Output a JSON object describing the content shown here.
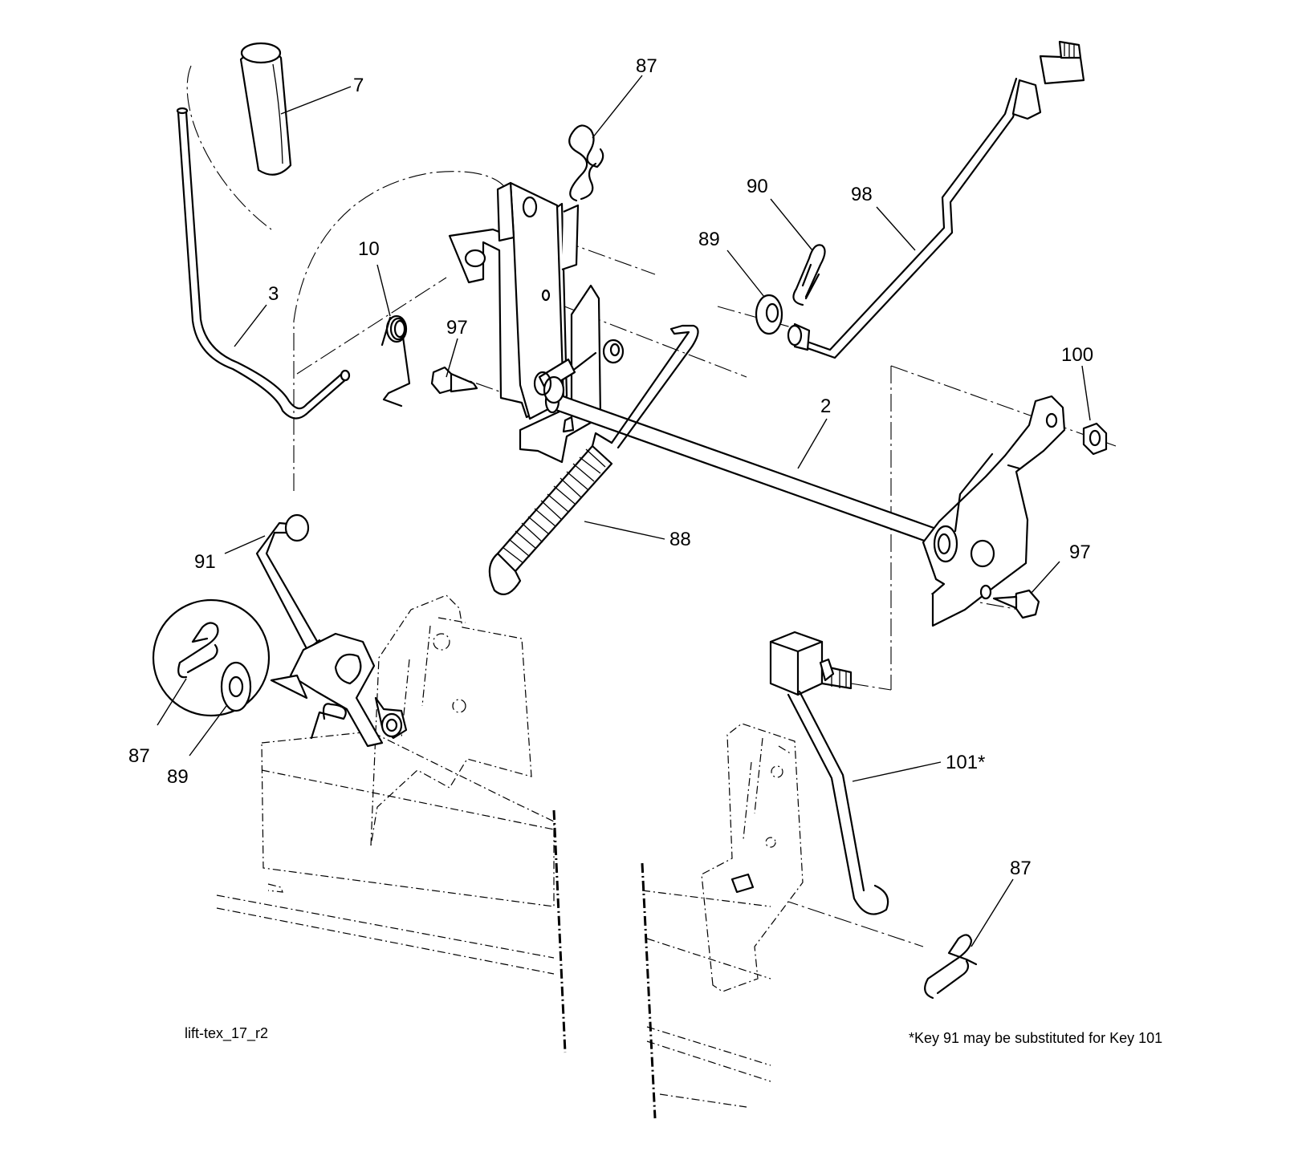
{
  "diagram": {
    "drawing_id": "lift-tex_17_r2",
    "footnote": "*Key 91 may be substituted for Key 101",
    "callouts": {
      "c7": "7",
      "c3": "3",
      "c87_top": "87",
      "c10": "10",
      "c97_left": "97",
      "c89_top": "89",
      "c90": "90",
      "c98": "98",
      "c100": "100",
      "c2": "2",
      "c88": "88",
      "c91": "91",
      "c97_right": "97",
      "c87_detail": "87",
      "c89_detail": "89",
      "c101": "101*",
      "c87_bottom": "87"
    },
    "icons": {
      "hairpin-clip": "cotter-hairpin-clip-icon",
      "flat-washer": "flat-washer-icon",
      "hex-nut": "hex-nut-icon",
      "torsion-spring": "torsion-spring-icon",
      "extension-spring": "extension-spring-icon"
    }
  }
}
